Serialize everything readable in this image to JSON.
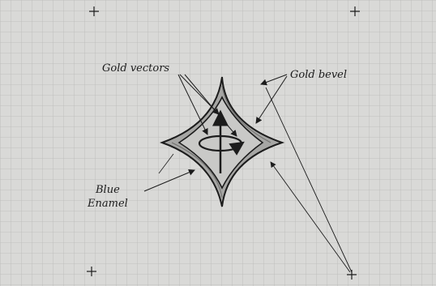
{
  "labels": {
    "gold_vectors": "Gold vectors",
    "gold_bevel": "Gold bevel",
    "blue_enamel_line1": "Blue",
    "blue_enamel_line2": "Enamel"
  },
  "colors": {
    "paper": "#d9d9d7",
    "grid": "#b9b9b7",
    "ink": "#1c1c1c",
    "bevel_shading": "#a6a6a4",
    "enamel_fill": "#c9c9c7"
  },
  "icons": {
    "registration_mark": "crosshair-plus",
    "emblem": "four-point-star-with-circular-arrow"
  }
}
